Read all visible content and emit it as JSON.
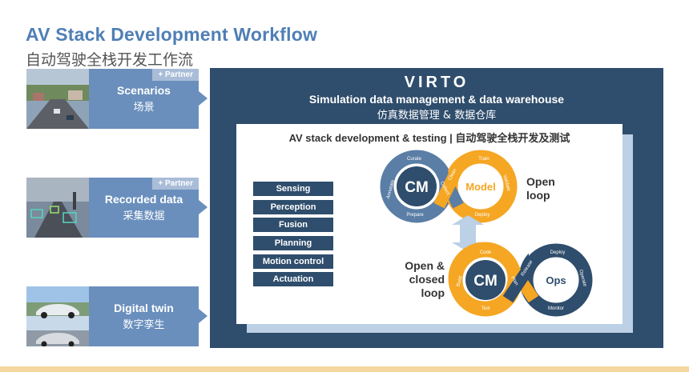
{
  "header": {
    "title": "AV Stack Development Workflow",
    "subtitle": "自动驾驶全栈开发工作流"
  },
  "sources": [
    {
      "en": "Scenarios",
      "zh": "场景",
      "badge": "+ Partner"
    },
    {
      "en": "Recorded data",
      "zh": "采集数据",
      "badge": "+ Partner"
    },
    {
      "en": "Digital twin",
      "zh": "数字孪生",
      "badge": ""
    }
  ],
  "platform": {
    "brand": "VIRTO",
    "title_en": "Simulation data management & data warehouse",
    "title_zh": "仿真数据管理 & 数据仓库"
  },
  "stack": {
    "title": "AV stack development & testing | 自动驾驶全栈开发及测试",
    "layers": [
      "Sensing",
      "Perception",
      "Fusion",
      "Planning",
      "Motion control",
      "Actuation"
    ]
  },
  "open_loop": {
    "label_line1": "Open",
    "label_line2": "loop",
    "left_node": "CM",
    "right_node": "Model",
    "left_steps": [
      "Curate",
      "Annotate",
      "Prepare",
      "Collect"
    ],
    "right_steps": [
      "Clean",
      "Train",
      "Validate",
      "Deploy"
    ]
  },
  "closed_loop": {
    "label_line1": "Open &",
    "label_line2": "closed",
    "label_line3": "loop",
    "left_node": "CM",
    "right_node": "Ops",
    "left_steps": [
      "Code",
      "Build",
      "Test",
      "Plan"
    ],
    "right_steps": [
      "Release",
      "Deploy",
      "Operate",
      "Monitor"
    ]
  },
  "colors": {
    "title_blue": "#4f7fb6",
    "panel_blue": "#6a8fbd",
    "navy": "#2f4d6c",
    "orange": "#f5a623",
    "loop_blue": "#5a7ea6",
    "light_blue": "#bcd0e6"
  }
}
